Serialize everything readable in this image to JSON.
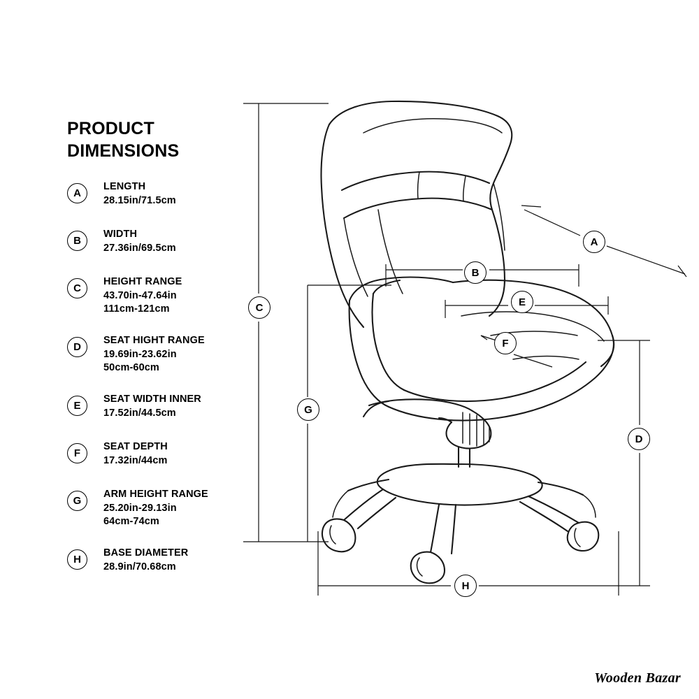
{
  "title": {
    "line1": "PRODUCT",
    "line2": "DIMENSIONS"
  },
  "legend": [
    {
      "key": "A",
      "label": "LENGTH",
      "value": "28.15in/71.5cm"
    },
    {
      "key": "B",
      "label": "WIDTH",
      "value": "27.36in/69.5cm"
    },
    {
      "key": "C",
      "label": "HEIGHT RANGE",
      "value": "43.70in-47.64in",
      "value2": "111cm-121cm"
    },
    {
      "key": "D",
      "label": "SEAT HIGHT RANGE",
      "value": "19.69in-23.62in",
      "value2": "50cm-60cm"
    },
    {
      "key": "E",
      "label": "SEAT WIDTH INNER",
      "value": "17.52in/44.5cm"
    },
    {
      "key": "F",
      "label": "SEAT DEPTH",
      "value": "17.32in/44cm"
    },
    {
      "key": "G",
      "label": "ARM HEIGHT RANGE",
      "value": "25.20in-29.13in",
      "value2": "64cm-74cm"
    },
    {
      "key": "H",
      "label": "BASE DIAMETER",
      "value": "28.9in/70.68cm"
    }
  ],
  "callouts": [
    {
      "key": "A"
    },
    {
      "key": "B"
    },
    {
      "key": "C"
    },
    {
      "key": "D"
    },
    {
      "key": "E"
    },
    {
      "key": "F"
    },
    {
      "key": "G"
    },
    {
      "key": "H"
    }
  ],
  "brand": "Wooden Bazar",
  "colors": {
    "ink": "#1a1a1a",
    "background": "#ffffff"
  }
}
